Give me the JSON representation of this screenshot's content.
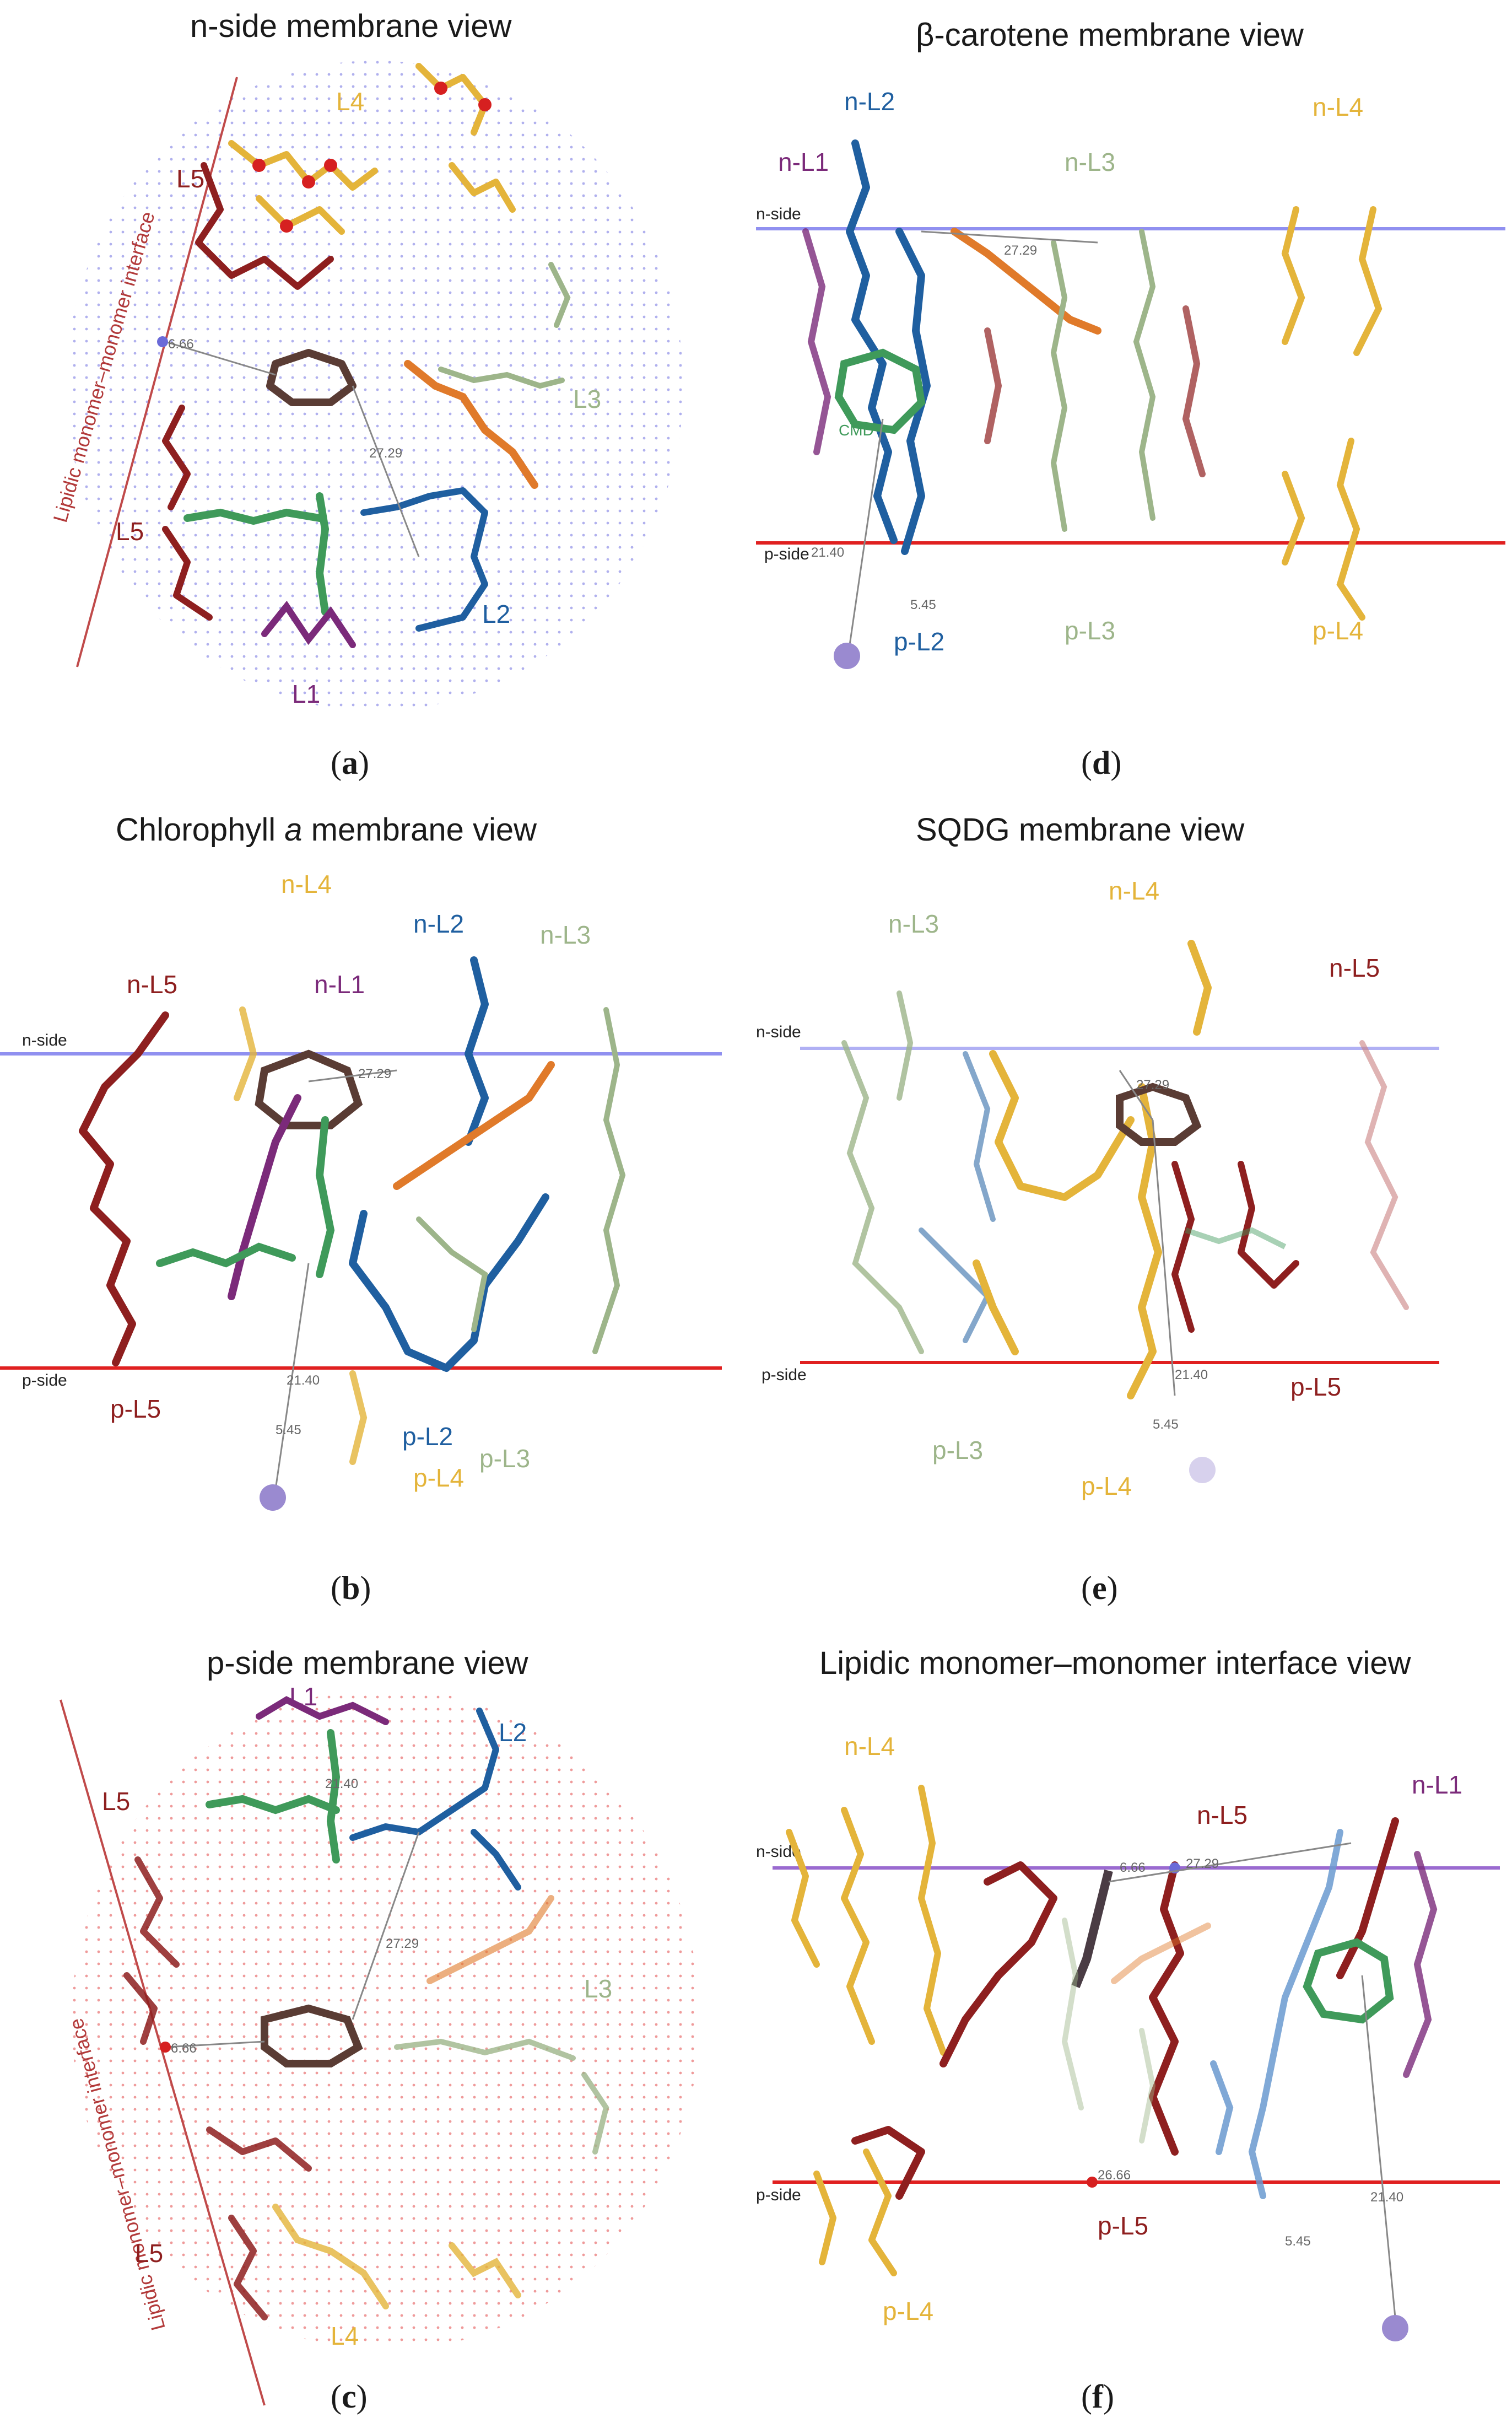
{
  "colors": {
    "L1": "#7b2a7a",
    "L2": "#1f5fa0",
    "L3": "#9db58a",
    "L4": "#e4b43a",
    "L5": "#8e1f1f",
    "chl": "#3f9a5a",
    "car": "#e07a2a",
    "nside_line": "#9090f0",
    "pside_line": "#e02020",
    "heme": "#5a3c34"
  },
  "panels": {
    "a": {
      "title": "n-side membrane view",
      "label": "a",
      "labels": {
        "L4": "L4",
        "L5a": "L5",
        "L5b": "L5",
        "L3": "L3",
        "L2": "L2",
        "L1": "L1"
      },
      "interface": "Lipidic monomer–monomer interface",
      "dist1": "6.66",
      "dist2": "27.29"
    },
    "b": {
      "title_pre": "Chlorophyll ",
      "title_em": "a",
      "title_post": " membrane view",
      "label": "b",
      "labels": {
        "nL4": "n-L4",
        "nL2": "n-L2",
        "nL3": "n-L3",
        "nL5": "n-L5",
        "nL1": "n-L1",
        "pL5": "p-L5",
        "pL2": "p-L2",
        "pL4": "p-L4",
        "pL3": "p-L3"
      },
      "nside": "n-side",
      "pside": "p-side",
      "dist1": "27.29",
      "dist2": "21.40",
      "dist3": "5.45"
    },
    "c": {
      "title": "p-side membrane view",
      "label": "c",
      "labels": {
        "L1": "L1",
        "L2": "L2",
        "L5a": "L5",
        "L3": "L3",
        "L5b": "L5",
        "L4": "L4"
      },
      "interface": "Lipidic monomer–monomer interface",
      "dist1": "21.40",
      "dist2": "27.29",
      "dist3": "6.66"
    },
    "d": {
      "title": "β-carotene membrane view",
      "label": "d",
      "labels": {
        "nL2": "n-L2",
        "nL4": "n-L4",
        "nL1": "n-L1",
        "nL3": "n-L3",
        "pL2": "p-L2",
        "pL3": "p-L3",
        "pL4": "p-L4"
      },
      "cmd": "CMD",
      "nside": "n-side",
      "pside": "p-side",
      "dist1": "27.29",
      "dist2": "21.40",
      "dist3": "5.45"
    },
    "e": {
      "title": "SQDG membrane view",
      "label": "e",
      "labels": {
        "nL4": "n-L4",
        "nL3": "n-L3",
        "nL5": "n-L5",
        "pL5": "p-L5",
        "pL3": "p-L3",
        "pL4": "p-L4"
      },
      "nside": "n-side",
      "pside": "p-side",
      "dist1": "27.29",
      "dist2": "21.40",
      "dist3": "5.45"
    },
    "f": {
      "title": "Lipidic monomer–monomer interface view",
      "label": "f",
      "labels": {
        "nL4": "n-L4",
        "nL5": "n-L5",
        "nL1": "n-L1",
        "pL5": "p-L5",
        "pL4": "p-L4"
      },
      "nside": "n-side",
      "pside": "p-side",
      "dist1": "6.66",
      "dist2": "27.29",
      "dist3": "26.66",
      "dist4": "21.40",
      "dist5": "5.45"
    }
  }
}
